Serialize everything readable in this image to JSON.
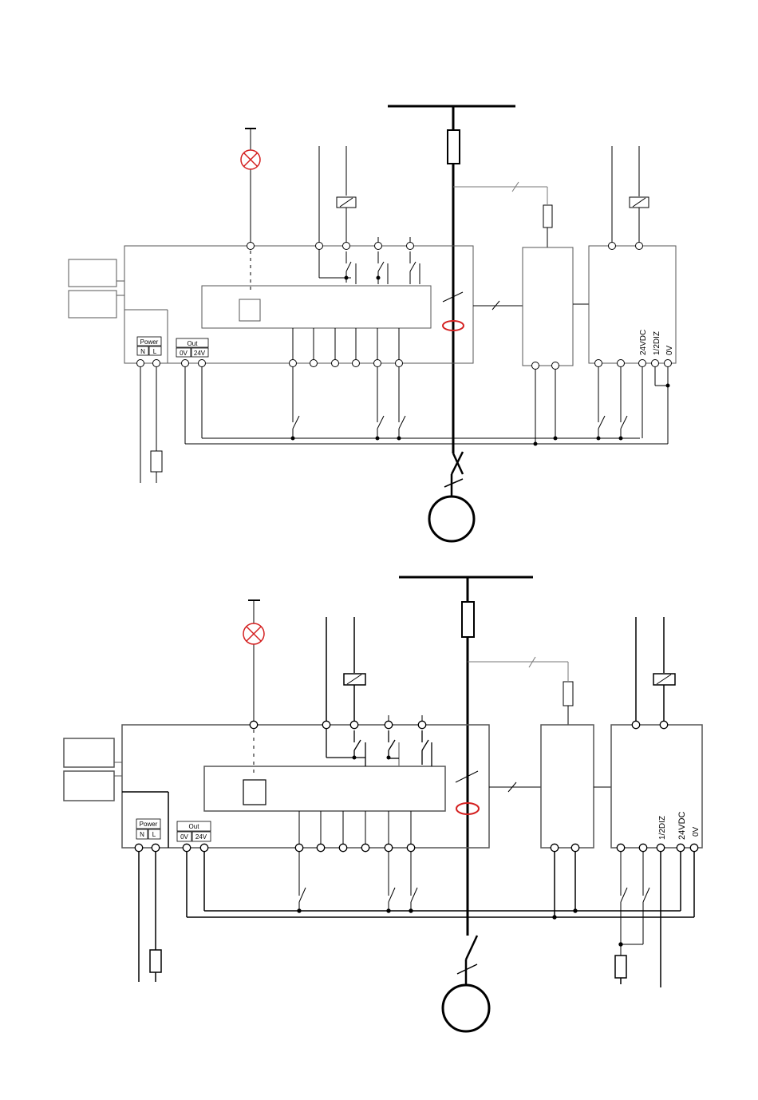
{
  "diagrams": [
    {
      "power_box": {
        "title": "Power",
        "n": "N",
        "l": "L"
      },
      "out_box": {
        "title": "Out",
        "v0": "0V",
        "v24": "24V"
      },
      "side_labels": [
        "24VDC",
        "1/2DIZ",
        "0V"
      ]
    },
    {
      "power_box": {
        "title": "Power",
        "n": "N",
        "l": "L"
      },
      "out_box": {
        "title": "Out",
        "v0": "0V",
        "v24": "24V"
      },
      "side_labels": [
        "1/2DIZ",
        "24VDC",
        "0V"
      ]
    }
  ],
  "colors": {
    "line": "#000000",
    "box_border": "#555555",
    "thin_line": "#777777",
    "lamp": "#d42020",
    "current_transformer": "#d42020"
  }
}
